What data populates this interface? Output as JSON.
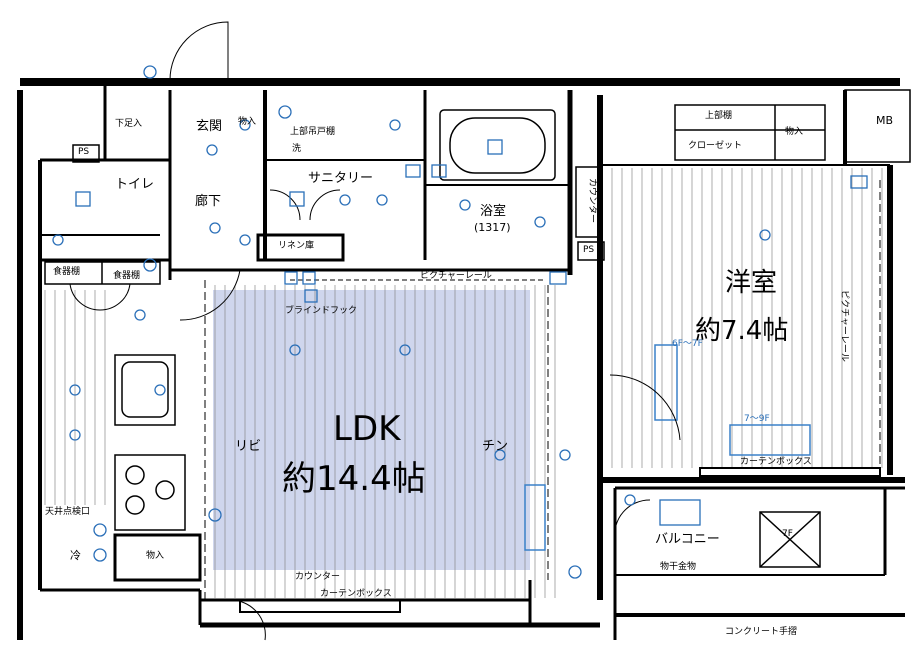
{
  "rooms": {
    "ldk_name": "LDK",
    "ldk_size": "約14.4帖",
    "living_partial": "リビ",
    "kitchen_partial": "チン",
    "western_name": "洋室",
    "western_size": "約7.4帖",
    "bath_name": "浴室",
    "bath_size": "(1317)",
    "sanitary": "サニタリー",
    "toilet": "トイレ",
    "hallway": "廊下",
    "entrance": "玄関",
    "balcony": "バルコニー",
    "linen": "リネン庫"
  },
  "storage": {
    "shoe_box": "下足入",
    "entrance_storage": "物入",
    "western_storage": "物入",
    "ldk_storage": "物入",
    "upper_shelf": "上部棚",
    "closet": "クローゼット",
    "cupboard_left": "食器棚",
    "cupboard_right": "食器棚",
    "upper_cabinet": "上部吊戸棚",
    "washer": "洗"
  },
  "fixtures": {
    "ps_top": "PS",
    "ps_bath": "PS",
    "mb": "MB",
    "picture_rail_ldk": "ピクチャーレール",
    "picture_rail_west": "ピクチャーレール",
    "blind_hook": "ブラインドフック",
    "counter_bottom": "カウンター",
    "counter_vertical": "カウンター",
    "curtain_box_ldk": "カーテンボックス",
    "curtain_box_west": "カーテンボックス",
    "ceiling_hatch": "天井点検口",
    "fridge": "冷",
    "handrail": "物干金物",
    "concrete_rail": "コンクリート手摺",
    "outdoor_unit": "7F",
    "height_note_1": "6F〜7F",
    "height_note_2": "7〜9F"
  }
}
